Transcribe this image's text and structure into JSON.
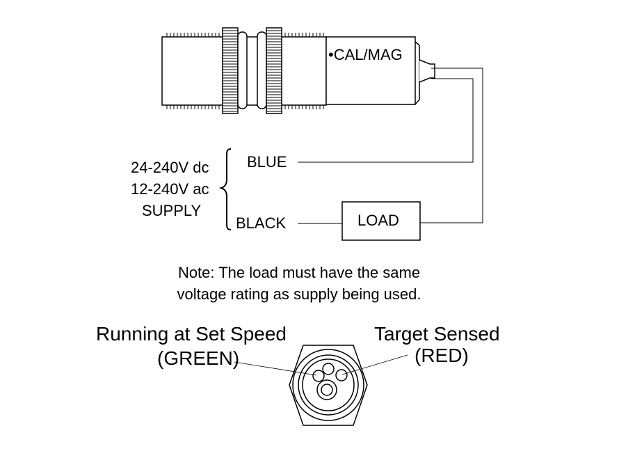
{
  "sensor": {
    "mode_label": "•CAL/MAG"
  },
  "supply": {
    "line1": "24-240V dc",
    "line2": "12-240V ac",
    "line3": "SUPPLY"
  },
  "wires": {
    "blue": "BLUE",
    "black": "BLACK"
  },
  "load": {
    "label": "LOAD"
  },
  "note": {
    "line1": "Note: The load must have the same",
    "line2": "voltage rating as supply being used."
  },
  "leds": {
    "green_title": "Running at Set Speed",
    "green_color": "(GREEN)",
    "red_title": "Target Sensed",
    "red_color": "(RED)"
  }
}
